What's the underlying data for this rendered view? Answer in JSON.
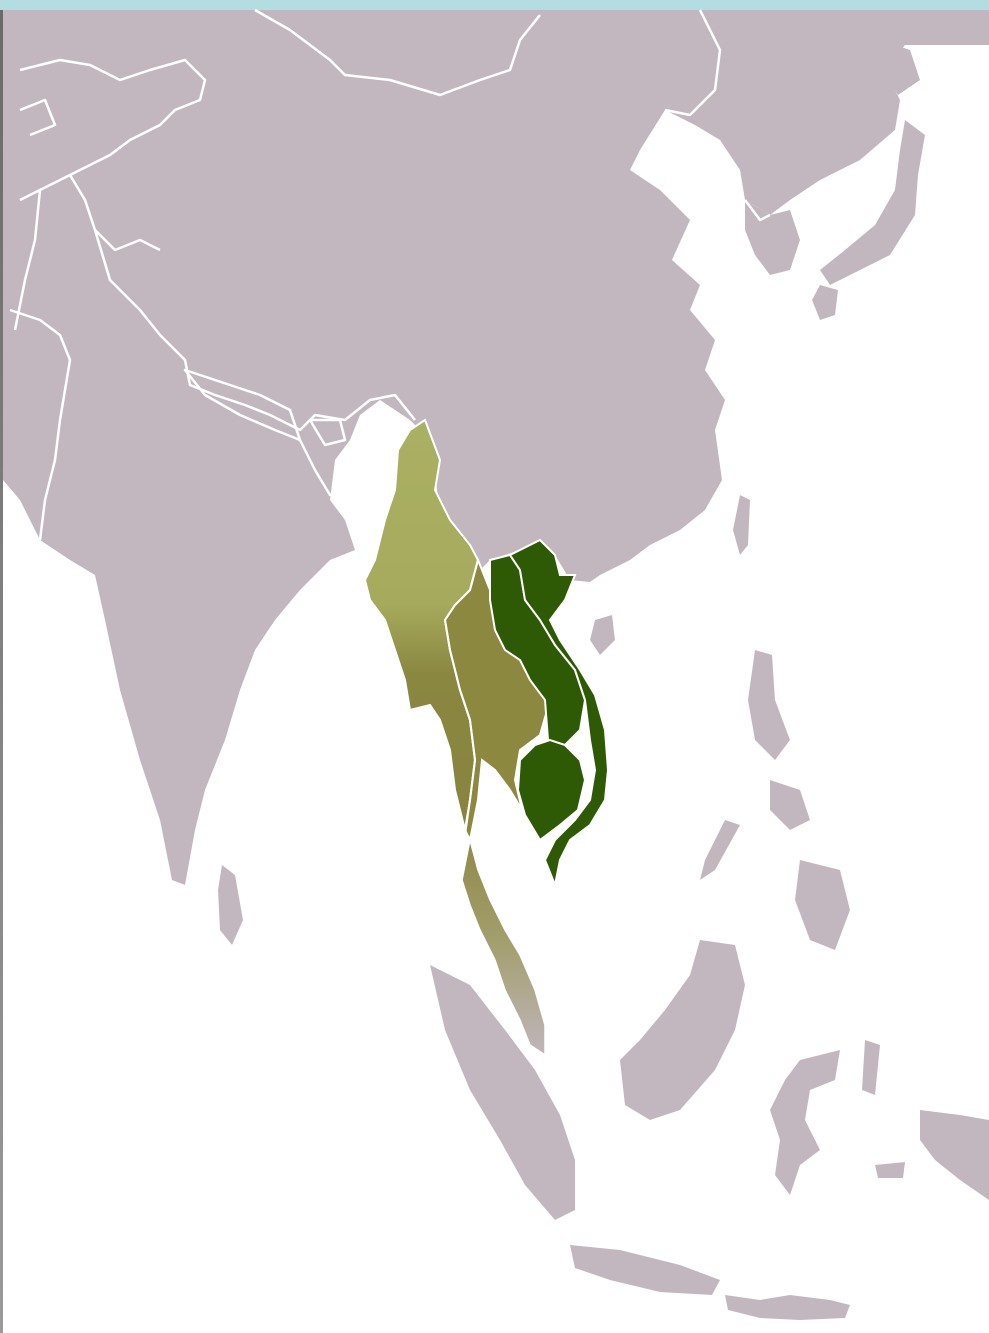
{
  "map": {
    "background_color": "#ffffff",
    "frame_strip_color": "#b3dde0",
    "land_color": "#c2b7bf",
    "border_color": "#ffffff",
    "highlight_palette": {
      "dark_green": "#2e5a05",
      "olive": "#8c8840",
      "light_olive": "#a9ad60",
      "fade": "#b8aeb3"
    },
    "highlighted_regions": [
      {
        "id": "myanmar",
        "fill": "gradient-olive"
      },
      {
        "id": "thailand",
        "fill": "#8c8840"
      },
      {
        "id": "malay-peninsula",
        "fill": "gradient-fade"
      },
      {
        "id": "laos",
        "fill": "#2e5a05"
      },
      {
        "id": "vietnam",
        "fill": "#2e5a05"
      },
      {
        "id": "cambodia",
        "fill": "#2e5a05"
      }
    ]
  }
}
